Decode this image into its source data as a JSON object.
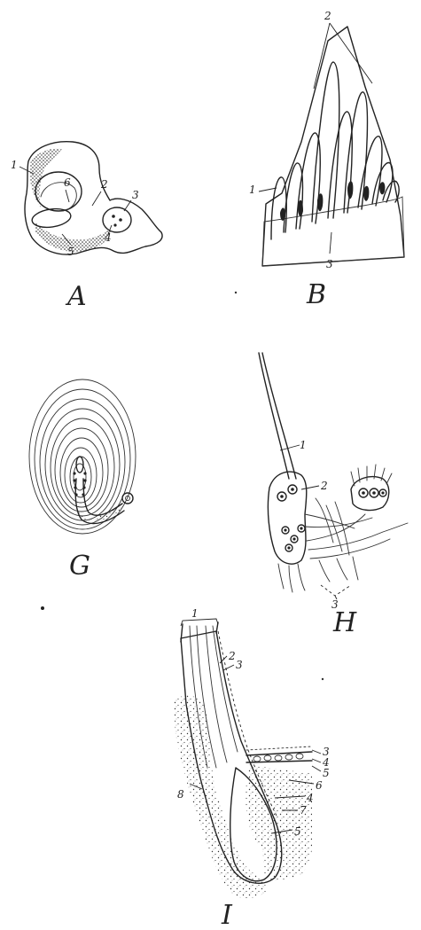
{
  "figures": {
    "a": {
      "caption": "A",
      "labels": [
        "1",
        "2",
        "3",
        "4",
        "5",
        "6"
      ]
    },
    "b": {
      "caption": "B",
      "labels": [
        "2",
        "1",
        "3"
      ]
    },
    "g": {
      "caption": "G"
    },
    "h": {
      "caption": "H",
      "labels": [
        "1",
        "2",
        "3"
      ]
    },
    "i": {
      "caption": "I",
      "labels": [
        "1",
        "2",
        "3",
        "3",
        "4",
        "5",
        "6",
        "4",
        "8",
        "7",
        "5"
      ]
    }
  }
}
